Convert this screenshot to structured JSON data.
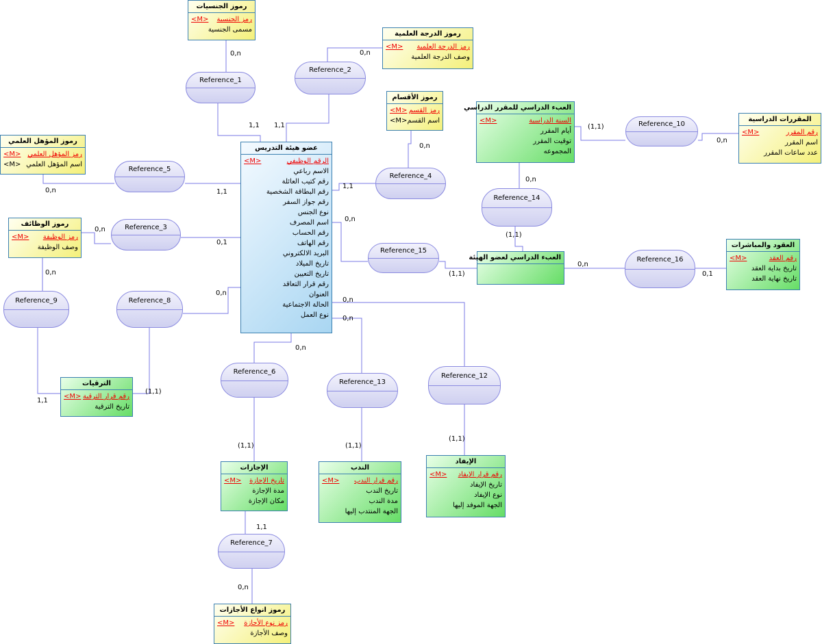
{
  "entities": [
    {
      "id": "nationality-codes",
      "title": "رموز الجنسيات",
      "color": "yellow",
      "attributes": [
        {
          "name": "رمز الجنسية",
          "pk": true,
          "marker": "<M>"
        },
        {
          "name": "مسمى الجنسية"
        }
      ]
    },
    {
      "id": "degree-codes",
      "title": "رموز الدرجة العلمية",
      "color": "yellow",
      "attributes": [
        {
          "name": "رمز الدرجة العلمية",
          "pk": true,
          "marker": "<M>"
        },
        {
          "name": "وصف الدرجة العلمية"
        }
      ]
    },
    {
      "id": "department-codes",
      "title": "رموز الأقسام",
      "color": "yellow",
      "attributes": [
        {
          "name": "رمز القسم",
          "pk": true,
          "marker": "<M>"
        },
        {
          "name": "اسم القسم",
          "marker": "<M>"
        }
      ]
    },
    {
      "id": "qualification-codes",
      "title": "رموز المؤهل العلمي",
      "color": "yellow",
      "attributes": [
        {
          "name": "رمز المؤهل العلمي",
          "pk": true,
          "marker": "<M>"
        },
        {
          "name": "اسم المؤهل العلمي",
          "marker": "<M>"
        }
      ]
    },
    {
      "id": "faculty-member",
      "title": "عضو هيئة التدريس",
      "color": "blue",
      "attributes": [
        {
          "name": "الرقم الوظيفي",
          "pk": true,
          "marker": "<M>"
        },
        {
          "name": "الاسم رباعي"
        },
        {
          "name": "رقم كتيب العائلة"
        },
        {
          "name": "رقم البطاقة الشخصية"
        },
        {
          "name": "رقم جواز السفر"
        },
        {
          "name": "نوع الجنس"
        },
        {
          "name": "اسم المصرف"
        },
        {
          "name": "رقم الحساب"
        },
        {
          "name": "رقم الهاتف"
        },
        {
          "name": "البريد الالكتروني"
        },
        {
          "name": "تاريخ الميلاد"
        },
        {
          "name": "تاريخ التعيين"
        },
        {
          "name": "رقم قرار التعاقد"
        },
        {
          "name": "العنوان"
        },
        {
          "name": "الحالة الاجتماعية"
        },
        {
          "name": "نوع العمل"
        }
      ]
    },
    {
      "id": "course-load",
      "title": "العبء الدراسي  للمقرر الدراسي",
      "color": "green",
      "attributes": [
        {
          "name": "السنة الدراسية",
          "pk": true,
          "marker": "<M>"
        },
        {
          "name": "أيام المقرر"
        },
        {
          "name": "توقيت المقرر"
        },
        {
          "name": "المجموعه"
        }
      ]
    },
    {
      "id": "courses",
      "title": "المقررات الدراسية",
      "color": "yellow",
      "attributes": [
        {
          "name": "رقم المقرر",
          "pk": true,
          "marker": "<M>"
        },
        {
          "name": "اسم المقرر"
        },
        {
          "name": "عدد ساعات المقرر"
        }
      ]
    },
    {
      "id": "job-codes",
      "title": "رموز الوظائف",
      "color": "yellow",
      "attributes": [
        {
          "name": "رمز الوظيفة",
          "pk": true,
          "marker": "<M>"
        },
        {
          "name": "وصف الوظيفة"
        }
      ]
    },
    {
      "id": "member-load",
      "title": "العبء الدراسي لعضو الهيئة",
      "color": "green",
      "attributes": []
    },
    {
      "id": "contracts",
      "title": "العقود والمباشرات",
      "color": "green",
      "attributes": [
        {
          "name": "رقم العقد",
          "pk": true,
          "marker": "<M>"
        },
        {
          "name": "تاريخ بداية العقد"
        },
        {
          "name": "تاريخ نهاية العقد"
        }
      ]
    },
    {
      "id": "promotions",
      "title": "الترقيات",
      "color": "green",
      "attributes": [
        {
          "name": "رقم قرار الترقية",
          "pk": true,
          "marker": "<M>"
        },
        {
          "name": "تاريخ الترقية"
        }
      ]
    },
    {
      "id": "leaves",
      "title": "الإجازات",
      "color": "green",
      "attributes": [
        {
          "name": "تاريخ الإجازة",
          "pk": true,
          "marker": "<M>"
        },
        {
          "name": "مدة الإجازة"
        },
        {
          "name": "مكان الإجازة"
        }
      ]
    },
    {
      "id": "secondments",
      "title": "الندب",
      "color": "green",
      "attributes": [
        {
          "name": "رقم قرار الندب",
          "pk": true,
          "marker": "<M>"
        },
        {
          "name": "تاريخ الندب"
        },
        {
          "name": "مدة الندب"
        },
        {
          "name": "الجهة المنتدب إليها"
        }
      ]
    },
    {
      "id": "delegations",
      "title": "الإيفاد",
      "color": "green",
      "attributes": [
        {
          "name": "رقم قرار الإيفاد",
          "pk": true,
          "marker": "<M>"
        },
        {
          "name": "تاريخ الإيفاد"
        },
        {
          "name": "نوع الإيفاد"
        },
        {
          "name": "الجهة الموفد إليها"
        }
      ]
    },
    {
      "id": "leave-type-codes",
      "title": "رموز انواع الأجازات",
      "color": "yellow",
      "attributes": [
        {
          "name": "رمز نوع الأجازة",
          "pk": true,
          "marker": "<M>"
        },
        {
          "name": "وصف الأجازة"
        }
      ]
    }
  ],
  "references": [
    "Reference_1",
    "Reference_2",
    "Reference_3",
    "Reference_4",
    "Reference_5",
    "Reference_6",
    "Reference_7",
    "Reference_8",
    "Reference_9",
    "Reference_10",
    "Reference_12",
    "Reference_13",
    "Reference_14",
    "Reference_15",
    "Reference_16"
  ],
  "cardinalities": [
    "0,n",
    "1,1",
    "0,n",
    "1,1",
    "0,n",
    "1,1",
    "0,n",
    "0,1",
    "0,n",
    "1,1",
    "0,n",
    "1,1",
    "0,n",
    "(1,1)",
    "0,n",
    "(1,1)",
    "0,n",
    "(1,1)",
    "0,n",
    "(1,1)",
    "0,n",
    "(1,1)",
    "0,n",
    "(1,1)",
    "(1,1)",
    "0,n",
    "0,n",
    "0,1",
    "1,1",
    "0,n"
  ]
}
